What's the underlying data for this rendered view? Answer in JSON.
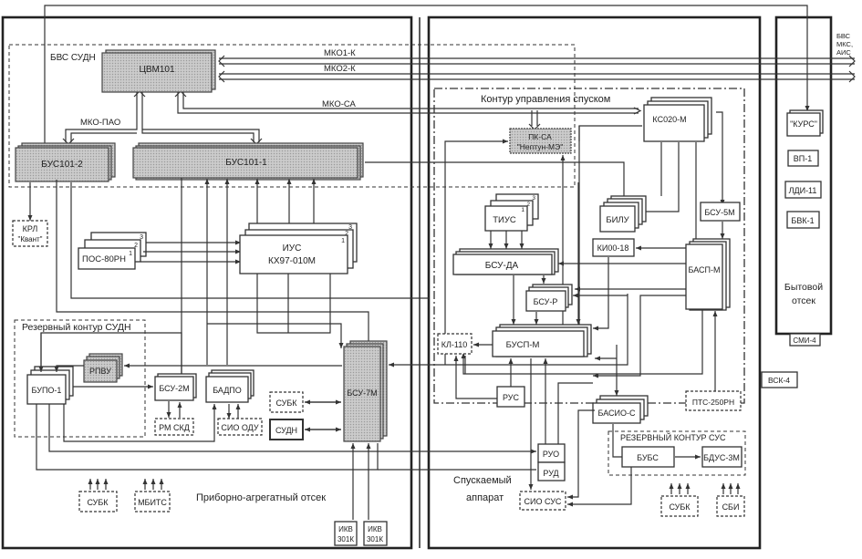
{
  "compartments": {
    "instrument": "Приборно-агрегатный отсек",
    "descent_line1": "Спускаемый",
    "descent_line2": "аппарат",
    "habitation_line1": "Бытовой",
    "habitation_line2": "отсек"
  },
  "zones": {
    "bvs_sudn": "БВС СУДН",
    "descent_control": "Контур управления спуском",
    "reserve_sudn": "Резервный контур СУДН",
    "reserve_sus": "РЕЗЕРВНЫЙ КОНТУР СУС"
  },
  "buses": {
    "mko1": "МКО1-К",
    "mko2": "МКО2-К",
    "mko_ca": "МКО-СА",
    "mko_pao": "МКО-ПАО",
    "external_line1": "БВС",
    "external_line2": "МКС,",
    "external_line3": "АИС"
  },
  "blocks": {
    "cvm101": "ЦВМ101",
    "bus101_2": "БУС101-2",
    "bus101_1": "БУС101-1",
    "krl_1": "КРЛ",
    "krl_2": "\"Квант\"",
    "pos80": "ПОС-80РН",
    "ius_1": "ИУС",
    "ius_2": "КХ97-010М",
    "bupo1": "БУПО-1",
    "rpvu": "РПВУ",
    "bsu2m": "БСУ-2М",
    "badpo": "БАДПО",
    "rmskd": "РМ СКД",
    "sioodu": "СИО ОДУ",
    "subk_pao": "СУБК",
    "sudn": "СУДН",
    "bsu7m": "БСУ-7М",
    "subk_bottom": "СУБК",
    "mbits": "МБИТС",
    "ikv1_1": "ИКВ",
    "ikv1_2": "301К",
    "ikv2_1": "ИКВ",
    "ikv2_2": "301К",
    "pkca_1": "ПК-СА",
    "pkca_2": "\"Нептун-МЭ\"",
    "ks020": "КС020-М",
    "tius": "ТИУС",
    "bilu": "БИЛУ",
    "bsu5m": "БСУ-5М",
    "ki0018": "КИ00-18",
    "bsuda": "БСУ-ДА",
    "basp": "БАСП-М",
    "bsur": "БСУ-Р",
    "kl110": "КЛ-110",
    "busp": "БУСП-М",
    "rus": "РУС",
    "basio": "БАСИО-С",
    "pts250": "ПТС-250РН",
    "ruo": "РУО",
    "rud": "РУД",
    "siosus": "СИО СУС",
    "bubs": "БУБС",
    "bdus3m": "БДУС-3М",
    "subk_sa": "СУБК",
    "sbi": "СБИ",
    "kurs": "\"КУРС\"",
    "vp1": "ВП-1",
    "ldi11": "ЛДИ-11",
    "bvk1": "БВК-1",
    "smi4": "СМИ-4",
    "vsk4": "ВСК-4"
  },
  "stack_numbers": [
    "1",
    "2",
    "3"
  ]
}
